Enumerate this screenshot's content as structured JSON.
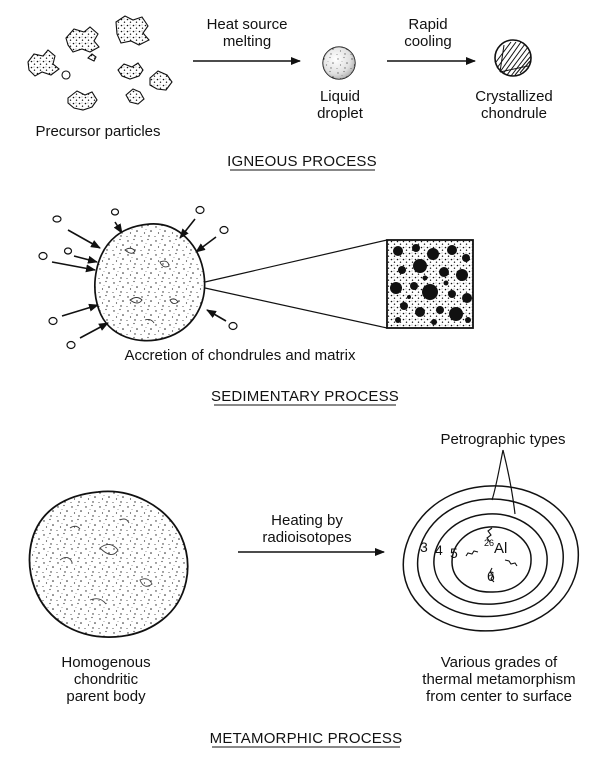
{
  "igneous": {
    "title": "IGNEOUS PROCESS",
    "precursor_label": "Precursor particles",
    "arrow1_label": [
      "Heat source",
      "melting"
    ],
    "droplet_label": [
      "Liquid",
      "droplet"
    ],
    "arrow2_label": [
      "Rapid",
      "cooling"
    ],
    "chondrule_label": [
      "Crystallized",
      "chondrule"
    ]
  },
  "sedimentary": {
    "title": "SEDIMENTARY PROCESS",
    "accretion_label": "Accretion of chondrules and matrix"
  },
  "metamorphic": {
    "title": "METAMORPHIC PROCESS",
    "parent_label": [
      "Homogenous",
      "chondritic",
      "parent body"
    ],
    "arrow_label": [
      "Heating by",
      "radioisotopes"
    ],
    "petro_label": "Petrographic types",
    "type_numbers": [
      "3",
      "4",
      "5",
      "6"
    ],
    "isotope_mass": "26",
    "isotope_symbol": "Al",
    "grades_label": [
      "Various grades of",
      "thermal metamorphism",
      "from center to surface"
    ]
  }
}
